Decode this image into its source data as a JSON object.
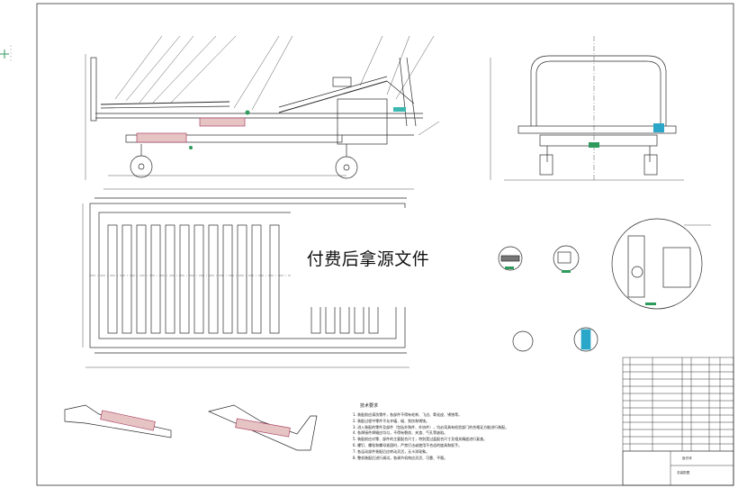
{
  "watermark": "付费后拿源文件",
  "notes": {
    "title": "技术要求",
    "lines": [
      "1. 装配前应清洗零件，各部件不得有毛刺、飞边、氧化皮、锈蚀等。",
      "2. 装配过程中零件不允许磕、碰、划伤和锈蚀。",
      "3. 进入装配的零件及部件（包括外购件、外协件），均必须具有检验部门的合格证方能进行装配。",
      "4. 各焊接件焊缝应均匀，不得有裂纹、夹渣、气孔等缺陷。",
      "5. 装配前应对零、部件的主要配合尺寸，特别是过盈配合尺寸及相关精度进行复查。",
      "6. 螺钉、螺栓和螺母紧固时，严禁打击或使用不合适的旋具和扳手。",
      "7. 各运动部件装配后应转动灵活，无卡滞现象。",
      "8. 整机装配后进行调试，各调节机构应灵活、可靠、平稳。"
    ]
  },
  "title_block": {
    "name": "医疗床",
    "drawing_no": "总装配图"
  },
  "colors": {
    "line": "#2a2a2a",
    "hatch": "#c98a8a",
    "detail": "#2e9a5c",
    "accent": "#2aa6c8"
  }
}
